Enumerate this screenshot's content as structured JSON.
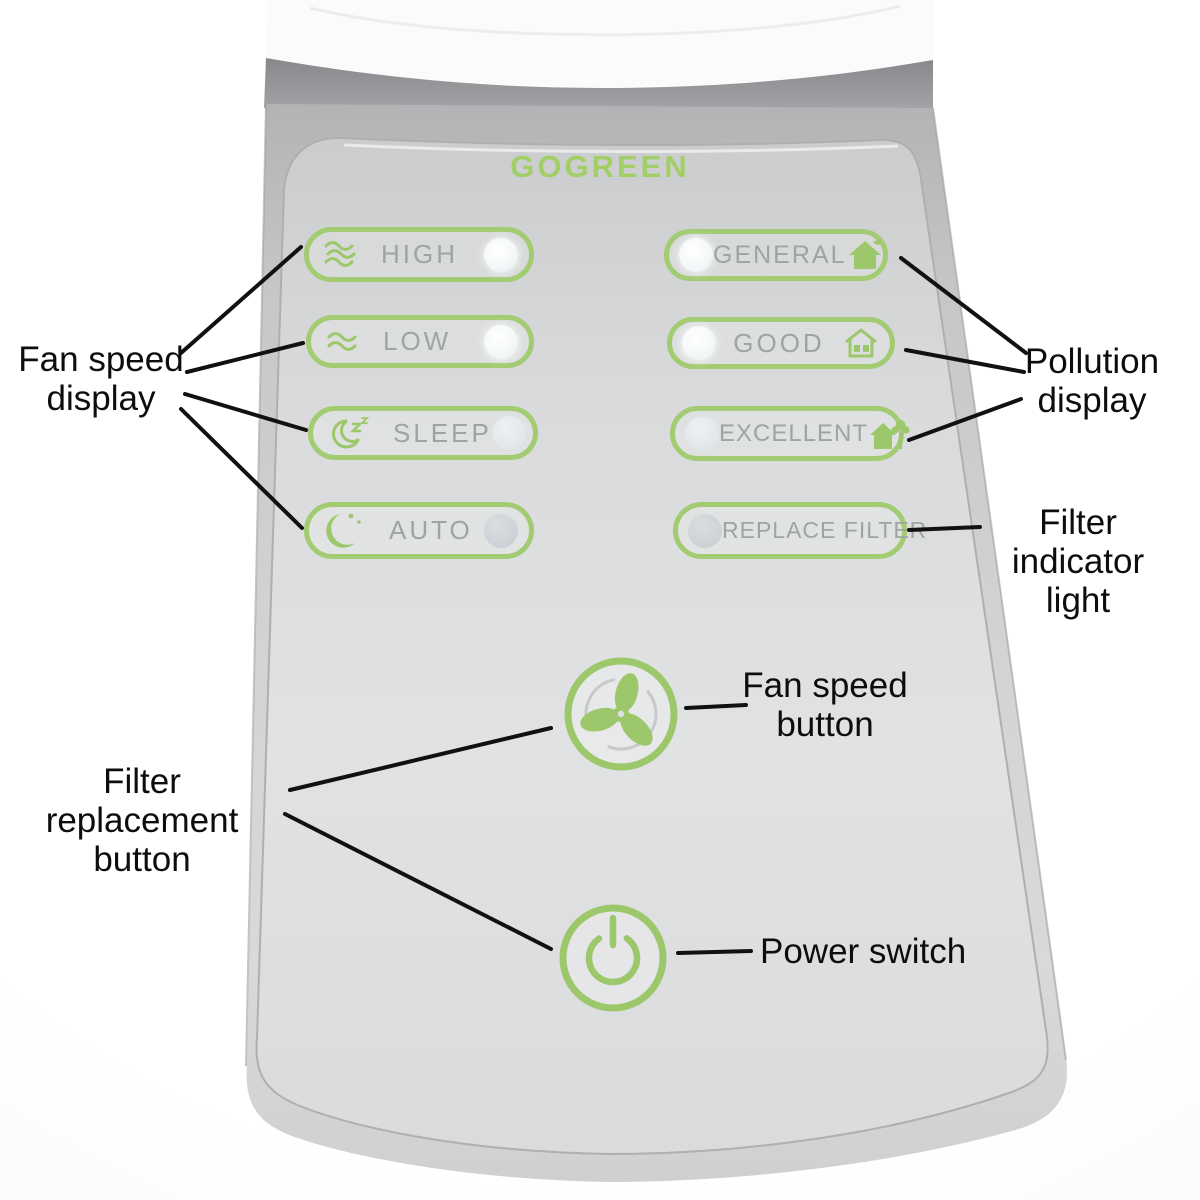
{
  "device": {
    "brand_logo": "GOGREEN",
    "accent_green": "#9cc76a",
    "pill_border_green": "#a2cb72",
    "panel_silver": "#d6d7d9",
    "annotation_text_color": "#0d0d0d"
  },
  "panel": {
    "fan_speed_indicators": [
      {
        "label": "HIGH",
        "icon": "wind-strong-icon",
        "led": "bright"
      },
      {
        "label": "LOW",
        "icon": "wind-light-icon",
        "led": "bright"
      },
      {
        "label": "SLEEP",
        "icon": "moon-sleep-icon",
        "led": "pale"
      },
      {
        "label": "AUTO",
        "icon": "auto-crescent-icon",
        "led": "dim"
      }
    ],
    "pollution_indicators": [
      {
        "label": "GENERAL",
        "icon": "house-leaf-icon",
        "led": "bright"
      },
      {
        "label": "GOOD",
        "icon": "house-windows-icon",
        "led": "bright"
      },
      {
        "label": "EXCELLENT",
        "icon": "house-tree-icon",
        "led": "pale"
      }
    ],
    "filter_indicator": {
      "label": "REPLACE FILTER",
      "led": "dim"
    },
    "buttons": {
      "fan_speed": {
        "icon": "fan-icon"
      },
      "power": {
        "icon": "power-icon"
      }
    }
  },
  "annotations": {
    "fan_speed_display": {
      "line1": "Fan speed",
      "line2": "display"
    },
    "pollution_display": {
      "line1": "Pollution",
      "line2": "display"
    },
    "filter_indicator_light": {
      "line1": "Filter indicator",
      "line2": "light"
    },
    "fan_speed_button": {
      "line1": "Fan speed",
      "line2": "button"
    },
    "filter_replacement_button": {
      "line1": "Filter replacement",
      "line2": "button"
    },
    "power_switch": {
      "line1": "Power switch"
    }
  }
}
